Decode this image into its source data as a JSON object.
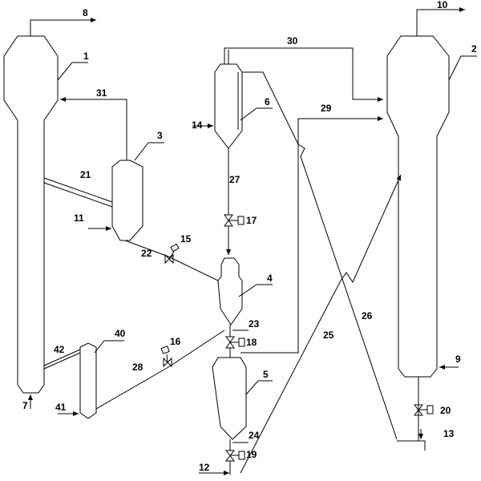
{
  "diagram": {
    "equipment_labels": {
      "reactor_1": "1",
      "regenerator_2": "2",
      "vessel_3": "3",
      "vessel_4": "4",
      "vessel_5": "5",
      "vessel_6": "6",
      "vessel_40": "40"
    },
    "stream_labels": {
      "s7": "7",
      "s8": "8",
      "s9": "9",
      "s10": "10",
      "s11": "11",
      "s12": "12",
      "s13": "13",
      "s14": "14",
      "s21": "21",
      "s22": "22",
      "s23": "23",
      "s24": "24",
      "s25": "25",
      "s26": "26",
      "s27": "27",
      "s28": "28",
      "s29": "29",
      "s30": "30",
      "s31": "31",
      "s41": "41",
      "s42": "42"
    },
    "valve_labels": {
      "v15": "15",
      "v16": "16",
      "v17": "17",
      "v18": "18",
      "v19": "19",
      "v20": "20"
    }
  }
}
